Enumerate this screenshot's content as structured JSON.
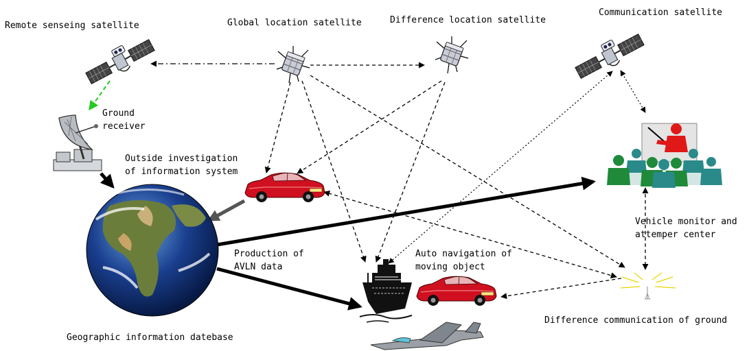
{
  "labels": {
    "remote_sensing_satellite": "Remote senseing satellite",
    "global_location_satellite": "Global location satellite",
    "difference_location_satellite": "Difference location satellite",
    "communication_satellite": "Communication satellite",
    "ground_receiver": "Ground\nreceiver",
    "outside_investigation": "Outside investigation\nof information system",
    "vehicle_monitor_center": "Vehicle monitor and\nattemper center",
    "production_avln_data": "Production of\nAVLN data",
    "auto_navigation": "Auto navigation of\nmoving object",
    "difference_communication_ground": "Difference communication of ground",
    "geographic_database": "Geographic information datebase"
  },
  "colors": {
    "car_red": "#d01020",
    "earth_ocean": "#1a3f8f",
    "earth_land": "#6b7d3a",
    "people_green": "#1e8a3a",
    "people_teal": "#2a8a8a",
    "presenter_red": "#e01818",
    "green_arrow": "#22cc22"
  },
  "icons": [
    "satellite-icon",
    "dish-antenna-icon",
    "earth-globe-icon",
    "car-icon",
    "ship-icon",
    "jet-icon",
    "meeting-people-icon",
    "radio-tower-icon"
  ]
}
